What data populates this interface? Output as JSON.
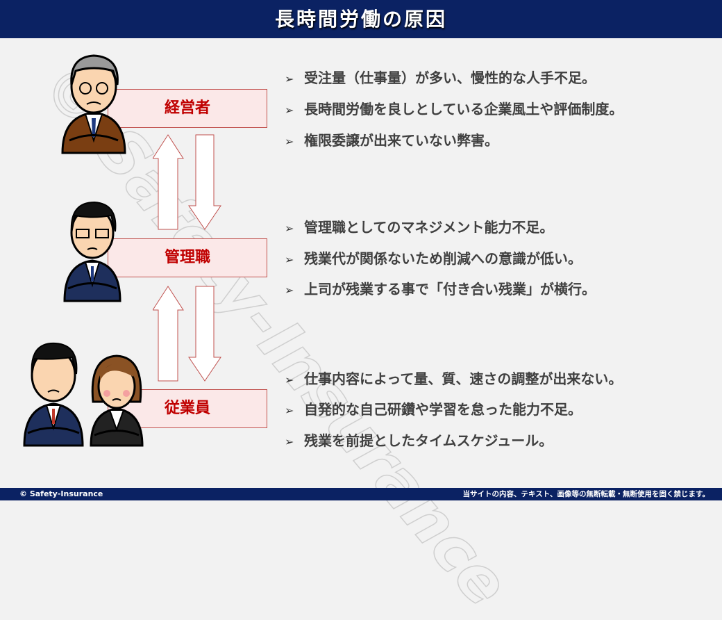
{
  "title": "長時間労働の原因",
  "watermark": "© Safety-Insurance",
  "roles": [
    {
      "label": "経営者",
      "bullets": [
        "受注量（仕事量）が多い、慢性的な人手不足。",
        "長時間労働を良しとしている企業風土や評価制度。",
        "権限委譲が出来ていない弊害。"
      ]
    },
    {
      "label": "管理職",
      "bullets": [
        "管理職としてのマネジメント能力不足。",
        "残業代が関係ないため削減への意識が低い。",
        "上司が残業する事で「付き合い残業」が横行。"
      ]
    },
    {
      "label": "従業員",
      "bullets": [
        "仕事内容によって量、質、速さの調整が出来ない。",
        "自発的な自己研鑽や学習を怠った能力不足。",
        "残業を前提としたタイムスケジュール。"
      ]
    }
  ],
  "bullet_marker": "➢",
  "footer": {
    "copyright": "© Safety-Insurance",
    "notice": "当サイトの内容、テキスト、画像等の無断転載・無断使用を固く禁じます。"
  },
  "colors": {
    "navy": "#0b2263",
    "role_text": "#c00000",
    "role_fill": "#fbe8e8"
  }
}
